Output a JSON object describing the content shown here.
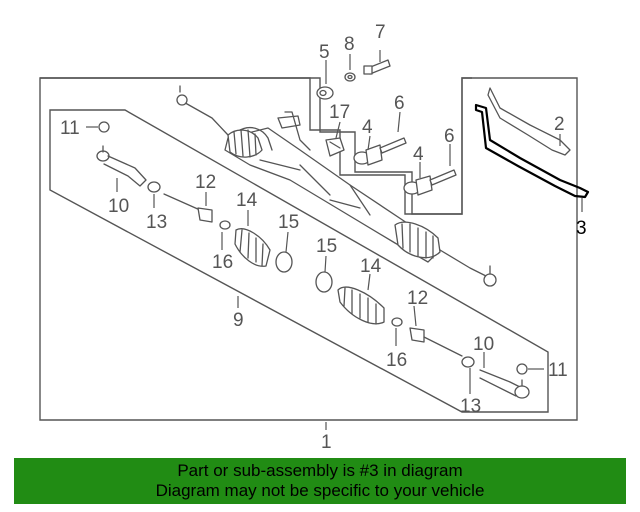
{
  "callouts": {
    "c1": "1",
    "c2": "2",
    "c3": "3",
    "c4a": "4",
    "c4b": "4",
    "c5": "5",
    "c6a": "6",
    "c6b": "6",
    "c7": "7",
    "c8": "8",
    "c9": "9",
    "c10a": "10",
    "c10b": "10",
    "c11a": "11",
    "c11b": "11",
    "c12a": "12",
    "c12b": "12",
    "c13a": "13",
    "c13b": "13",
    "c14a": "14",
    "c14b": "14",
    "c15a": "15",
    "c15b": "15",
    "c16a": "16",
    "c16b": "16",
    "c17": "17"
  },
  "banner": {
    "line1": "Part or sub-assembly is #3 in diagram",
    "line2": "Diagram may not be specific to your vehicle"
  },
  "colors": {
    "banner_bg": "#218c14",
    "line_art": "#555555",
    "highlight": "#000000"
  }
}
